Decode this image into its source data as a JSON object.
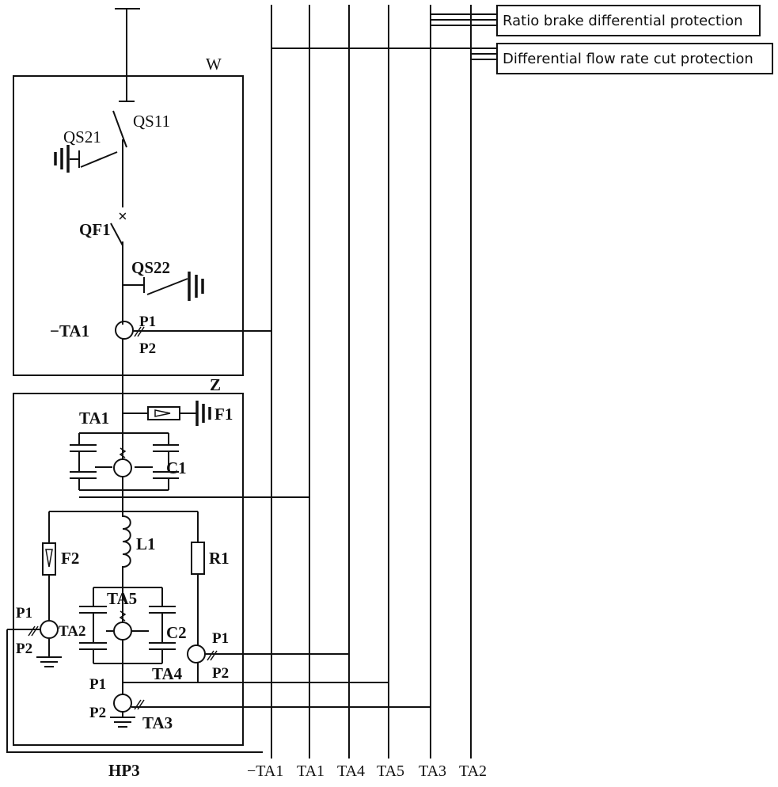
{
  "boxes": {
    "w": "W",
    "z": "Z",
    "hp": "HP3"
  },
  "protection": {
    "ratio": "Ratio brake differential protection",
    "diff": "Differential flow rate cut protection"
  },
  "labels": {
    "qs11": "QS11",
    "qs21": "QS21",
    "qf1": "QF1",
    "qs22": "QS22",
    "ta1_w": "−TA1",
    "p1_w": "P1",
    "p2_w": "P2",
    "ta1_z": "TA1",
    "f1": "F1",
    "c1": "C1",
    "l1": "L1",
    "f2": "F2",
    "r1": "R1",
    "ta5": "TA5",
    "ta2": "TA2",
    "c2": "C2",
    "ta4": "TA4",
    "ta3": "TA3",
    "p1_left": "P1",
    "p2_left": "P2",
    "p1_right": "P1",
    "p2_right": "P2",
    "p1_bottom": "P1",
    "p2_bottom": "P2"
  },
  "bus": [
    "−TA1",
    "TA1",
    "TA4",
    "TA5",
    "TA3",
    "TA2"
  ]
}
